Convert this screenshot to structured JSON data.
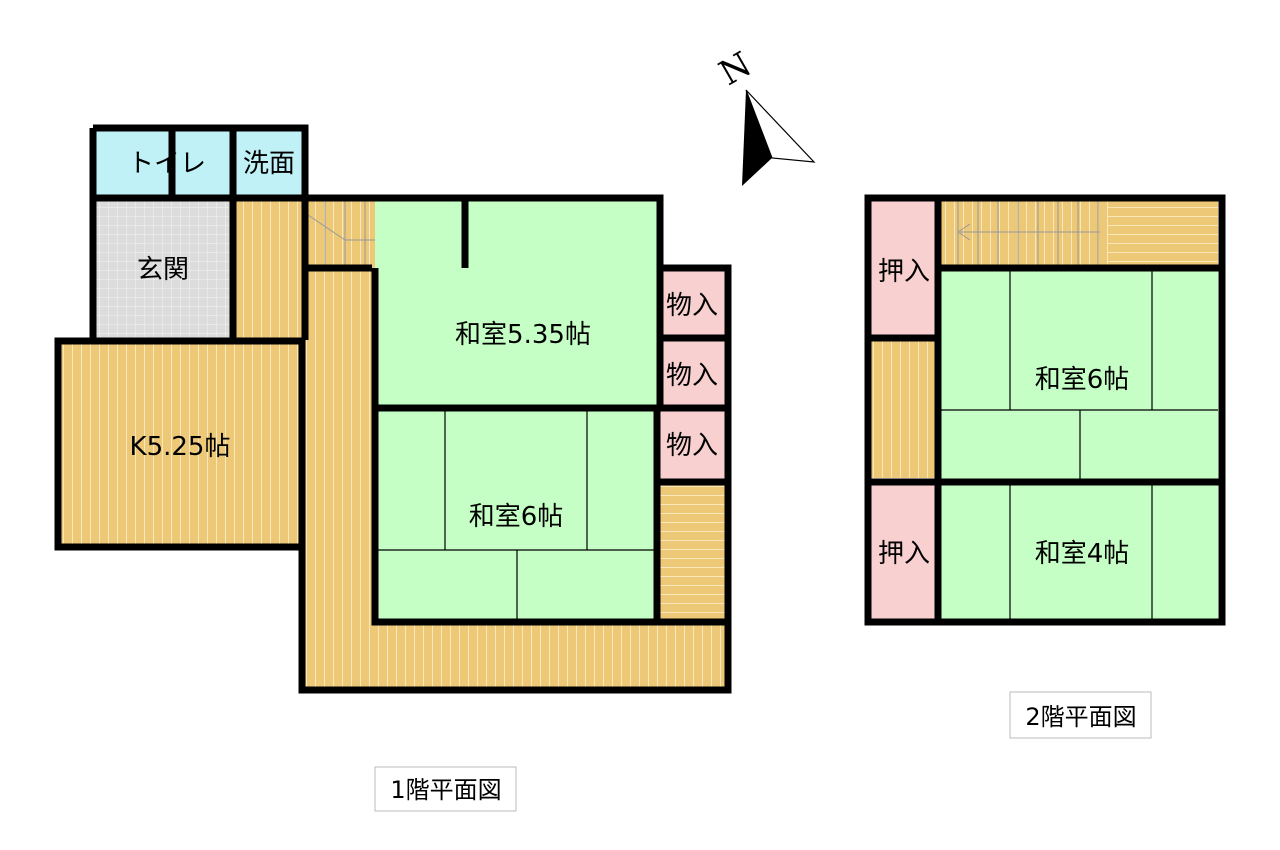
{
  "colors": {
    "wall": "#000000",
    "tatami": "#c5ffc5",
    "wood": "#ecc877",
    "wood_line": "#ffffff",
    "storage": "#f8d0d0",
    "water": "#bff1f7",
    "entrance": "#d9d9d9"
  },
  "compass": {
    "label": "N"
  },
  "floor1": {
    "caption": "1階平面図",
    "toilet": "トイレ",
    "washroom": "洗面",
    "entrance": "玄関",
    "kitchen": "K5.25帖",
    "washitsu_a": "和室5.35帖",
    "washitsu_b": "和室6帖",
    "storage_1": "物入",
    "storage_2": "物入",
    "storage_3": "物入"
  },
  "floor2": {
    "caption": "2階平面図",
    "closet_1": "押入",
    "closet_2": "押入",
    "washitsu_a": "和室6帖",
    "washitsu_b": "和室4帖"
  }
}
